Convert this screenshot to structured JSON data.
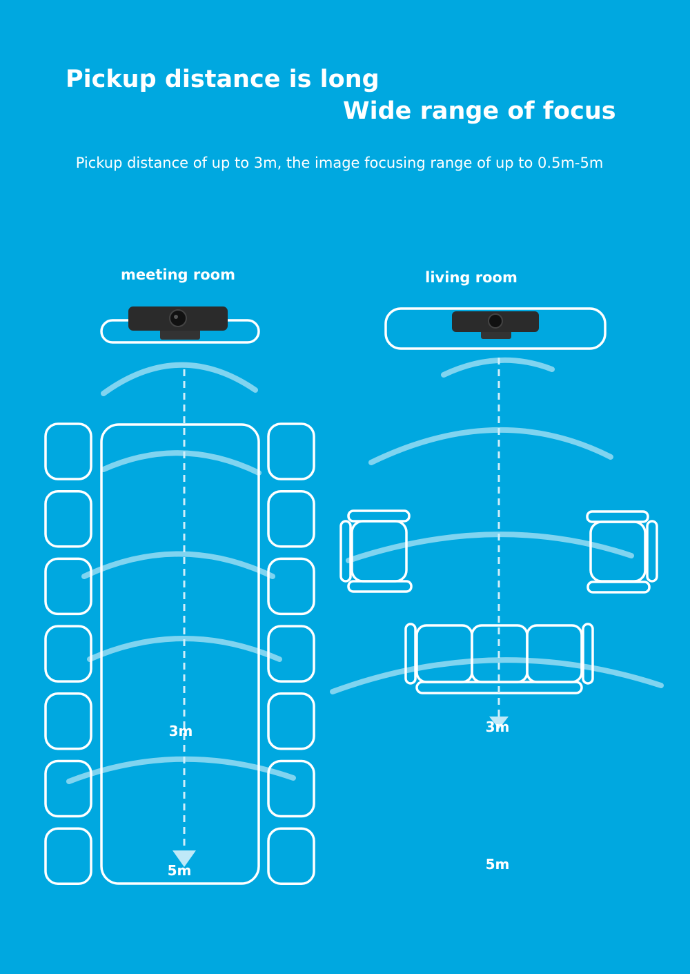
{
  "headline": {
    "line1": "Pickup distance is long",
    "line2": "Wide range of focus"
  },
  "subtitle": "Pickup distance of up to 3m, the image focusing range of up to 0.5m-5m",
  "meeting_room": {
    "label": "meeting room",
    "mark_3m": "3m",
    "mark_5m": "5m"
  },
  "living_room": {
    "label": "living room",
    "mark_3m": "3m",
    "mark_5m": "5m"
  },
  "colors": {
    "background": "#00a8e0",
    "line": "#ffffff",
    "camera": "#2b2b2b"
  }
}
